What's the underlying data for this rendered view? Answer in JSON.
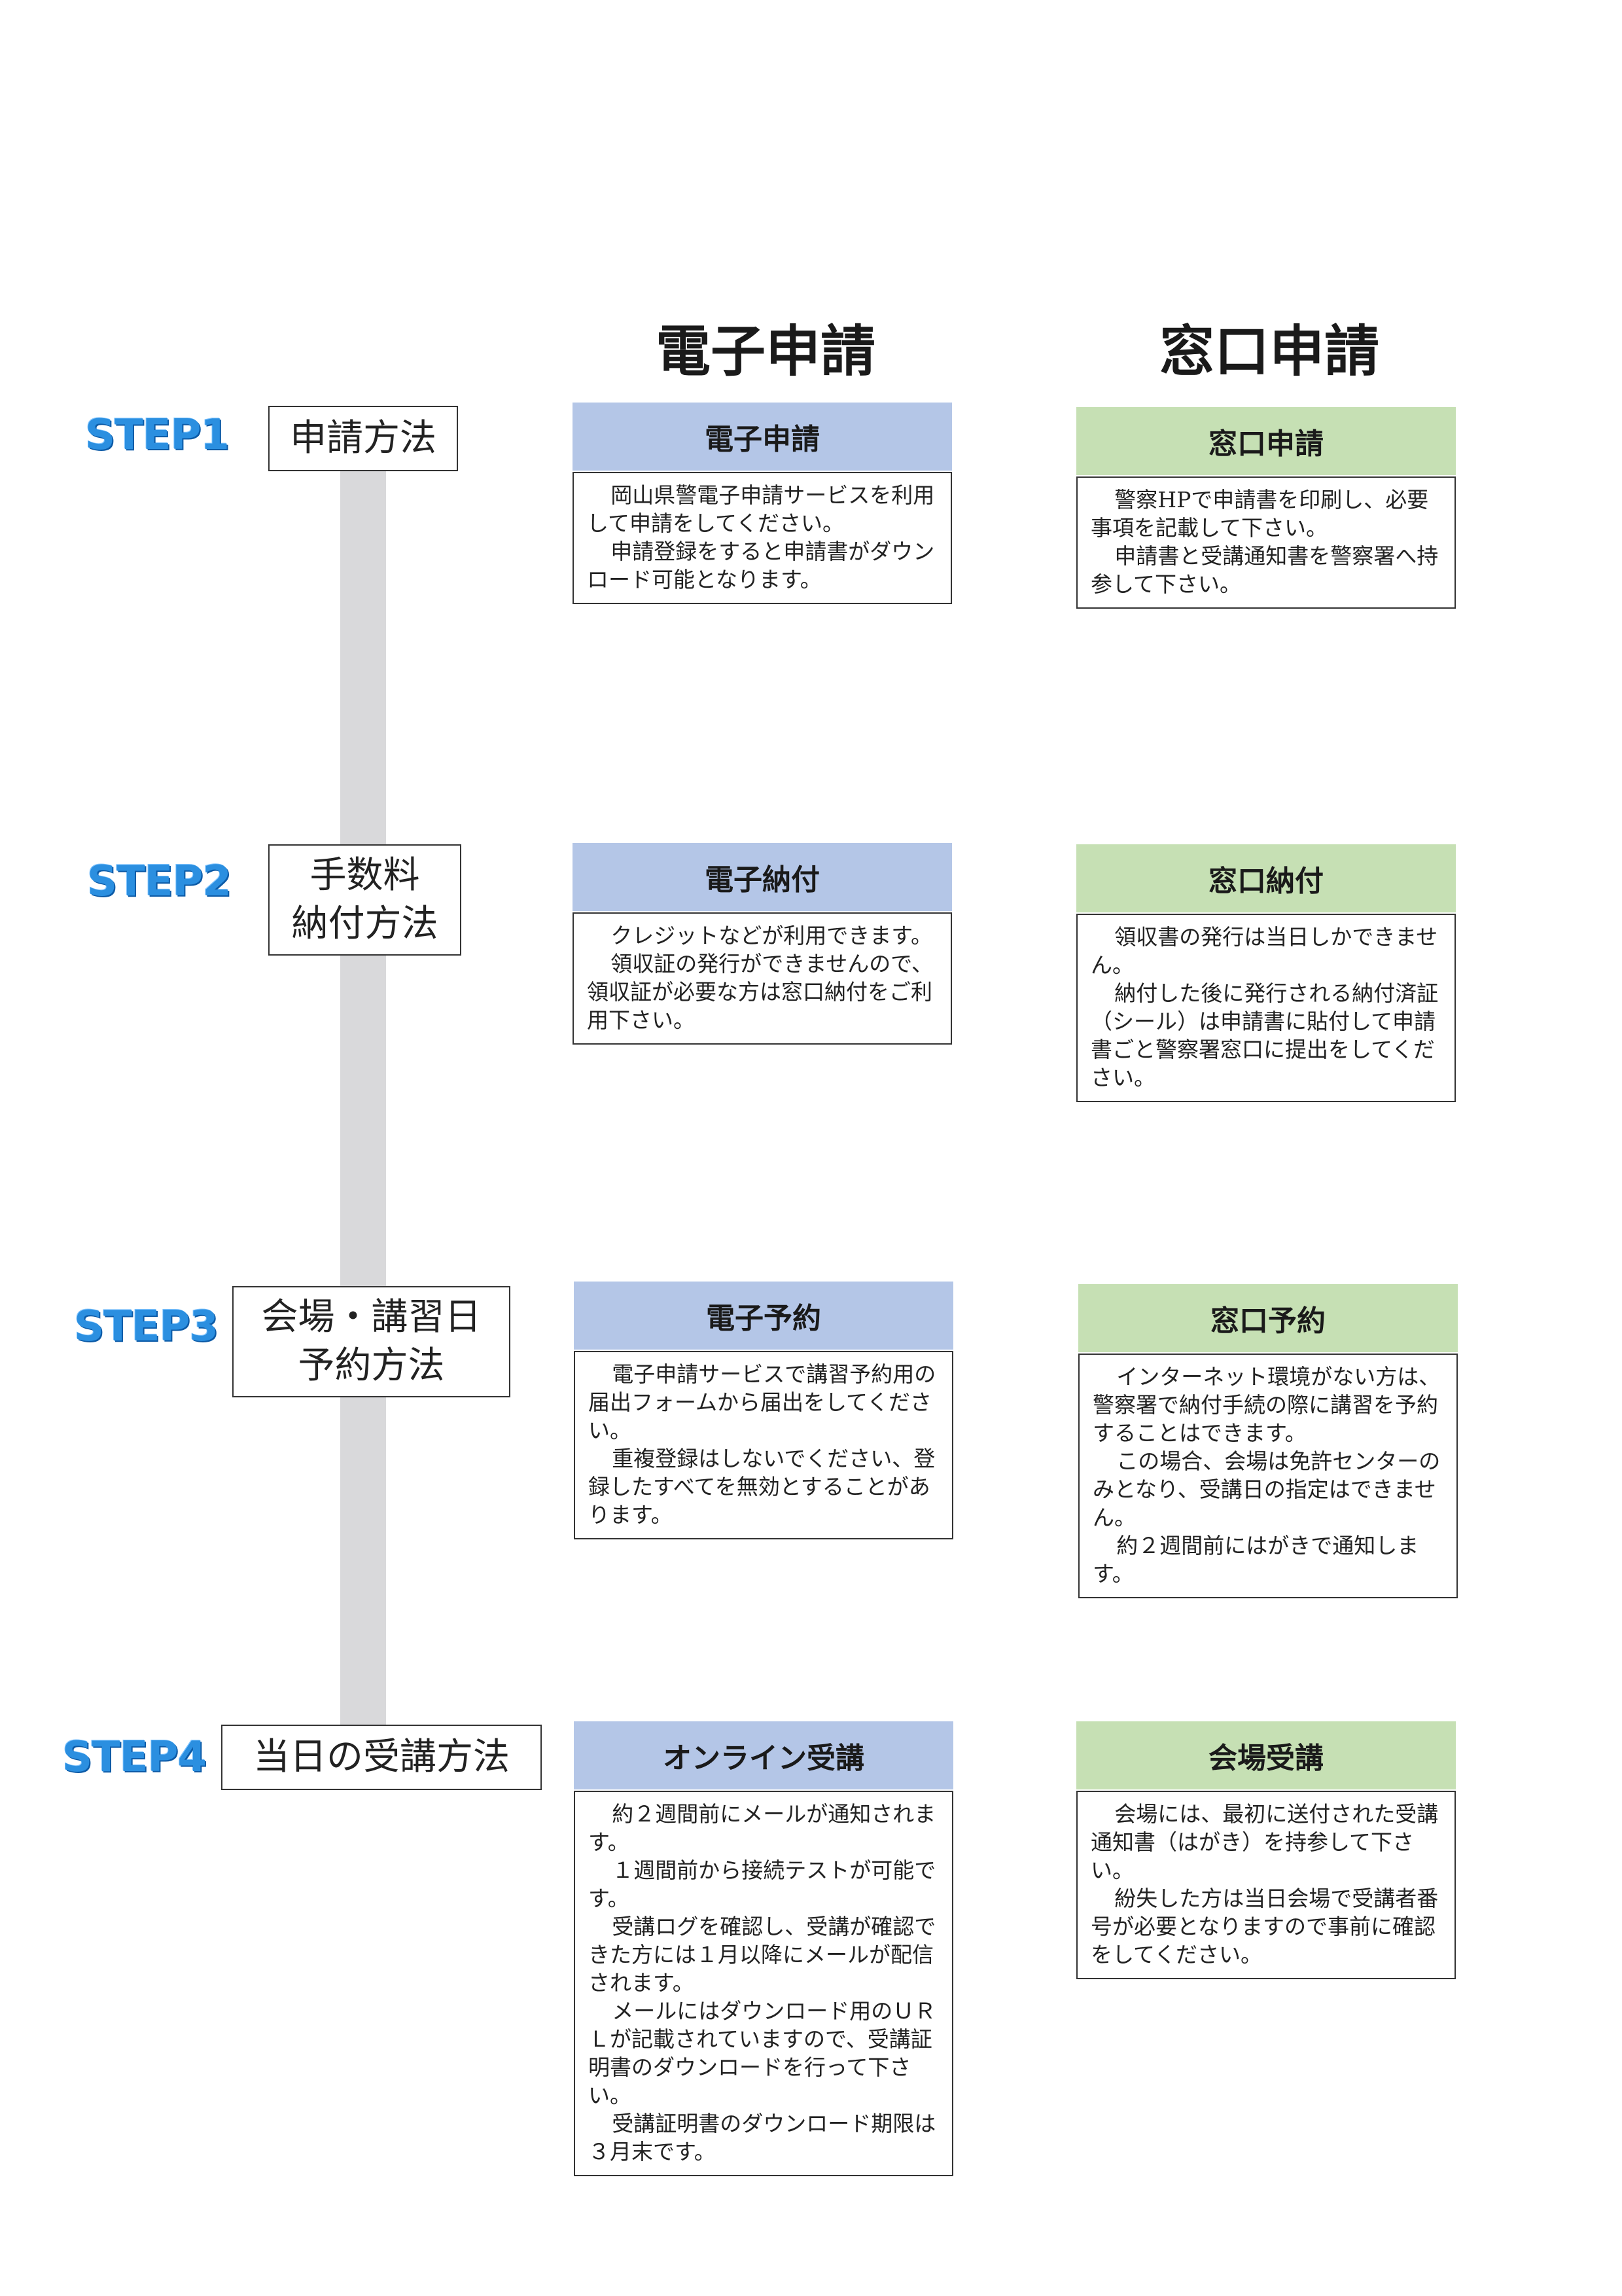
{
  "headers": {
    "electronic": "電子申請",
    "counter": "窓口申請"
  },
  "steps": [
    {
      "label": "STEP1",
      "title": "申請方法",
      "electronic": {
        "title": "電子申請",
        "paragraphs": [
          "岡山県警電子申請サービスを利用して申請をしてください。",
          "申請登録をすると申請書がダウンロード可能となります。"
        ]
      },
      "counter": {
        "title": "窓口申請",
        "paragraphs": [
          "警察HPで申請書を印刷し、必要事項を記載して下さい。",
          "申請書と受講通知書を警察署へ持参して下さい。"
        ]
      }
    },
    {
      "label": "STEP2",
      "title": "手数料\n納付方法",
      "electronic": {
        "title": "電子納付",
        "paragraphs": [
          "クレジットなどが利用できます。",
          "領収証の発行ができませんので、領収証が必要な方は窓口納付をご利用下さい。"
        ]
      },
      "counter": {
        "title": "窓口納付",
        "paragraphs": [
          "領収書の発行は当日しかできません。",
          "納付した後に発行される納付済証（シール）は申請書に貼付して申請書ごと警察署窓口に提出をしてください。"
        ]
      }
    },
    {
      "label": "STEP3",
      "title": "会場・講習日\n予約方法",
      "electronic": {
        "title": "電子予約",
        "paragraphs": [
          "電子申請サービスで講習予約用の届出フォームから届出をしてください。",
          "重複登録はしないでください、登録したすべてを無効とすることがあります。"
        ]
      },
      "counter": {
        "title": "窓口予約",
        "paragraphs": [
          "インターネット環境がない方は、警察署で納付手続の際に講習を予約することはできます。",
          "この場合、会場は免許センターのみとなり、受講日の指定はできません。",
          "約２週間前にはがきで通知します。"
        ]
      }
    },
    {
      "label": "STEP4",
      "title": "当日の受講方法",
      "electronic": {
        "title": "オンライン受講",
        "paragraphs": [
          "約２週間前にメールが通知されます。",
          "１週間前から接続テストが可能です。",
          "受講ログを確認し、受講が確認できた方には１月以降にメールが配信されます。",
          "メールにはダウンロード用のＵＲＬが記載されていますので、受講証明書のダウンロードを行って下さい。",
          "受講証明書のダウンロード期限は３月末です。"
        ]
      },
      "counter": {
        "title": "会場受講",
        "paragraphs": [
          "会場には、最初に送付された受講通知書（はがき）を持参して下さい。",
          "紛失した方は当日会場で受講者番号が必要となりますので事前に確認をしてください。"
        ]
      }
    }
  ]
}
